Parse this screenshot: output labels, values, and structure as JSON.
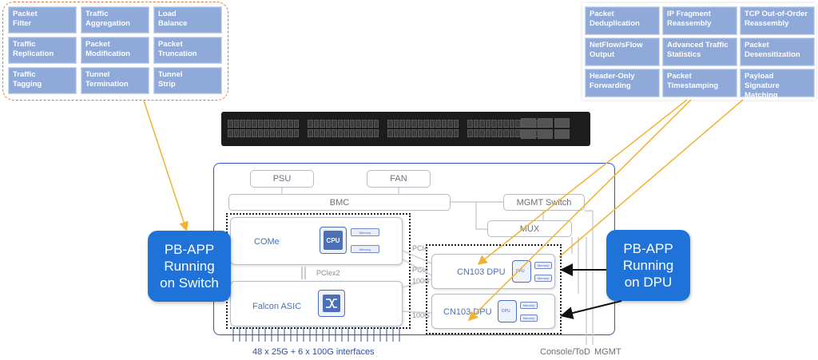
{
  "switch_features": [
    "Packet\nFilter",
    "Traffic\nAggregation",
    "Load\nBalance",
    "Traffic\nReplication",
    "Packet\nModification",
    "Packet\nTruncation",
    "Traffic\nTagging",
    "Tunnel\nTermination",
    "Tunnel\nStrip"
  ],
  "dpu_features": [
    "Packet\nDeduplication",
    "IP Fragment\nReassembly",
    "TCP Out-of-Order\nReassembly",
    "NetFlow/sFlow\nOutput",
    "Advanced Traffic\nStatistics",
    "Packet\nDesensitization",
    "Header-Only\nForwarding",
    "Packet\nTimestamping",
    "Payload Signature\nMatching"
  ],
  "diagram": {
    "psu": "PSU",
    "fan": "FAN",
    "bmc": "BMC",
    "mgmt_switch": "MGMT Switch",
    "mux": "MUX",
    "come": "COMe",
    "cpu": "CPU",
    "memory": "Memory",
    "falcon": "Falcon ASIC",
    "pciex2": "PCIex2",
    "pcie_top": "PCIe",
    "pcie_mid": "PCIe",
    "link_100g_a": "100G",
    "link_100g_b": "100G",
    "dpu_top": "CN103 DPU",
    "dpu_bottom": "CN103 DPU",
    "dpu_chip": "DPU",
    "interfaces": "48 x 25G + 6 x 100G interfaces",
    "console": "Console/ToD",
    "mgmt": "MGMT"
  },
  "callouts": {
    "switch": "PB-APP\nRunning\non Switch",
    "dpu": "PB-APP\nRunning\non DPU"
  },
  "colors": {
    "feature_cell": "#8fa9d9",
    "grid_border": "#e07a3a",
    "board_border": "#2f59c2",
    "callout": "#1f73d8",
    "arrow_orange": "#f2b233"
  }
}
